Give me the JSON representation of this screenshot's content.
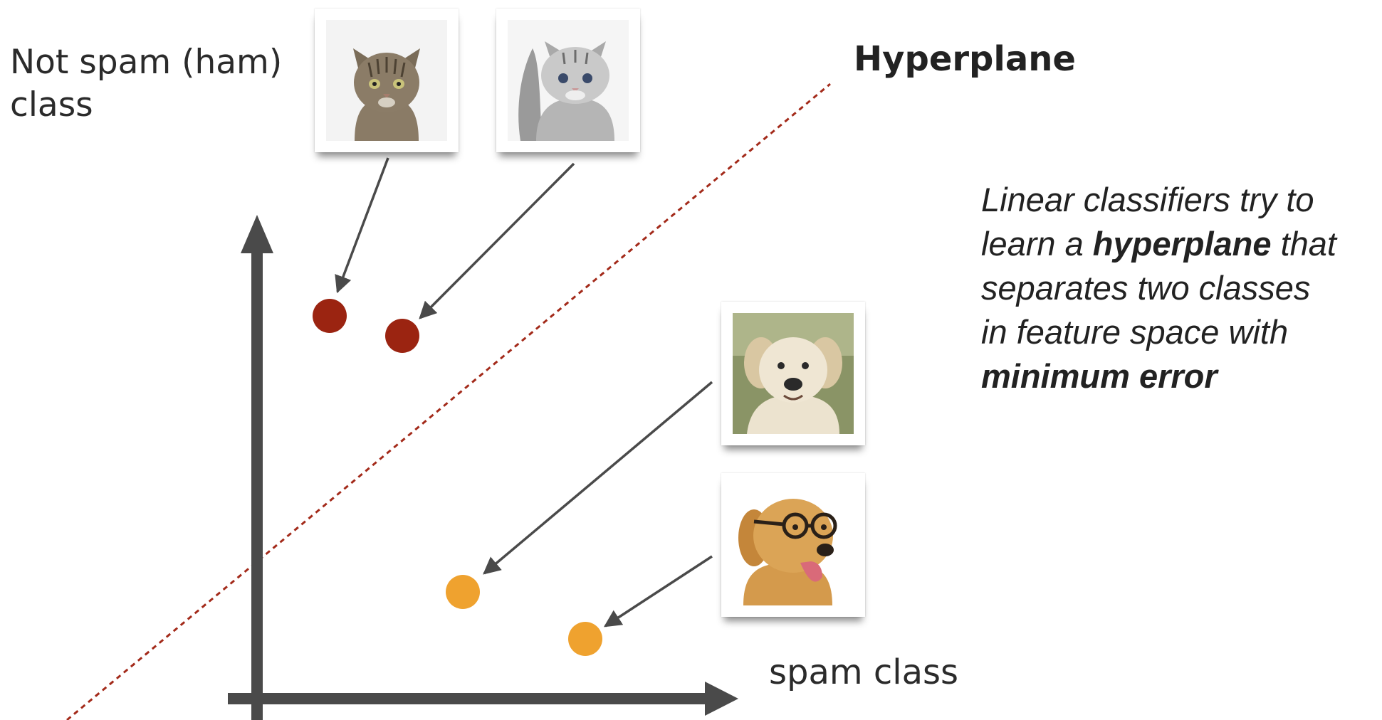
{
  "labels": {
    "ham_class": [
      "Not spam (ham)",
      "class"
    ],
    "hyperplane": "Hyperplane",
    "spam_class": "spam class"
  },
  "caption": {
    "line1": "Linear classifiers try to",
    "line2_pre": "learn a ",
    "line2_bold": "hyperplane",
    "line2_post": " that",
    "line3": "separates two classes",
    "line4": "in feature space with",
    "line5_bold": "minimum error"
  },
  "icons": {
    "ham_photo_1": "tabby-cat-photo-icon",
    "ham_photo_2": "kitten-photo-icon",
    "spam_photo_1": "puppy-photo-icon",
    "spam_photo_2": "dog-with-glasses-photo-icon"
  },
  "colors": {
    "ham_point": "#9b2411",
    "spam_point": "#efa22f",
    "axis": "#4a4a4a",
    "hyperplane_line": "#a32a1a",
    "arrow": "#4a4a4a"
  }
}
